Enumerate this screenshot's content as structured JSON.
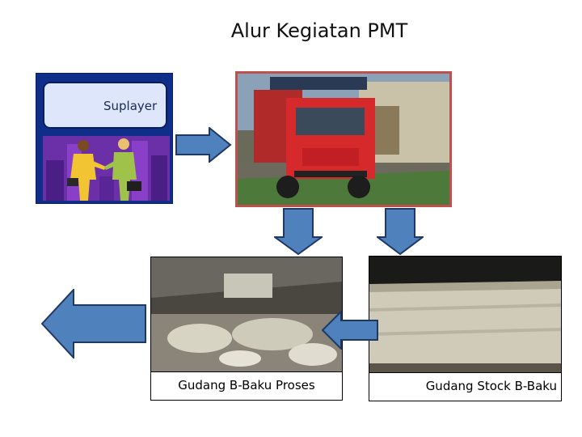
{
  "title": "Alur Kegiatan PMT",
  "supplier": {
    "label": "Suplayer",
    "picture_icon": "business-handshake-clipart"
  },
  "truck_photo": {
    "icon": "delivery-truck-photo"
  },
  "warehouses": [
    {
      "caption": "Gudang B-Baku Proses",
      "icon": "warehouse-interior-photo"
    },
    {
      "caption": "Gudang Stock B-Baku",
      "icon": "stacked-sacks-photo"
    }
  ],
  "colors": {
    "arrow_fill": "#4f81bd",
    "arrow_stroke": "#1f3864",
    "frame_accent": "#c0504d",
    "supplier_bg": "#0e2e8a"
  }
}
